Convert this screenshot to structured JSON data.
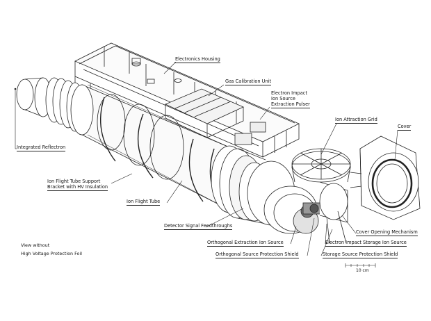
{
  "labels": {
    "electronics_housing": "Electronics Housing",
    "gas_calibration_unit": "Gas Calibration Unit",
    "electron_impact_pulser_line1": "Electron Impact",
    "electron_impact_pulser_line2": "Ion Source",
    "electron_impact_pulser_line3": "Extraction Pulser",
    "ion_attraction_grid": "Ion Attraction Grid",
    "cover": "Cover",
    "integrated_reflectron": "Integrated Reflectron",
    "support_bracket_line1": "Ion Flight Tube Support",
    "support_bracket_line2": "Bracket with HV Insulation",
    "ion_flight_tube": "Ion Flight Tube",
    "detector_signal_feedthroughs": "Detector Signal Feedthroughs",
    "orthogonal_extraction_ion_source": "Orthogonal Extraction Ion Source",
    "orthogonal_source_protection_shield": "Orthogonal Source Protection Shield",
    "cover_opening_mechanism": "Cover Opening Mechanism",
    "electron_impact_storage_ion_source": "Electron Impact Storage Ion Source",
    "storage_source_protection_shield": "Storage Source Protection Shield"
  },
  "note": {
    "line1": "View without",
    "line2": "High Voltage Protection Foil"
  },
  "scale_bar": {
    "label": "10 cm"
  }
}
